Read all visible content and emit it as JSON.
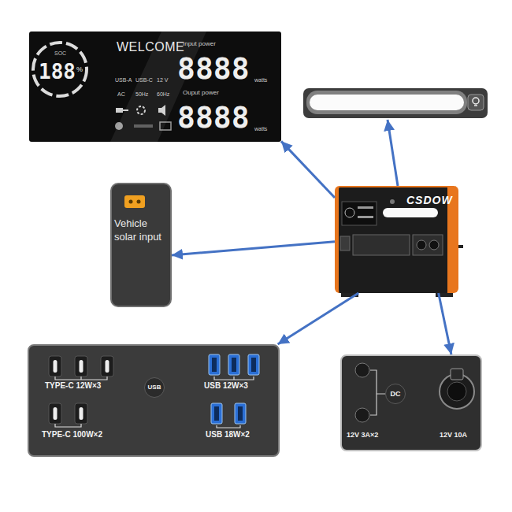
{
  "diagram": {
    "nodes": [
      {
        "text": [
          "SOC",
          "188",
          "%",
          "WELCOME",
          "USB-A",
          "USB-C",
          "12 V",
          "AC",
          "50Hz",
          "60Hz",
          "Input power",
          "8888",
          "watts",
          "Ouput power",
          "8888",
          "watts"
        ]
      },
      {
        "text": [
          "Vehicle solar input"
        ]
      },
      {
        "text": [
          "CSDOW"
        ]
      },
      {
        "text": [
          "TYPE-C 12W×3",
          "USB 12W×3",
          "TYPE-C 100W×2",
          "USB 18W×2"
        ]
      },
      {
        "text": [
          "USB"
        ],
        "in": 3
      },
      {
        "text": [
          "12V 3A×2",
          "12V 10A"
        ]
      },
      {
        "text": [
          "DC"
        ],
        "in": 5
      }
    ],
    "edges": [
      {
        "from": 2,
        "to": 0,
        "arrow": "to"
      },
      {
        "from": 2,
        "to": 1,
        "arrow": "to"
      },
      {
        "from": 2,
        "to": 3,
        "arrow": "to"
      },
      {
        "from": 2,
        "to": 5,
        "arrow": "to"
      }
    ]
  }
}
